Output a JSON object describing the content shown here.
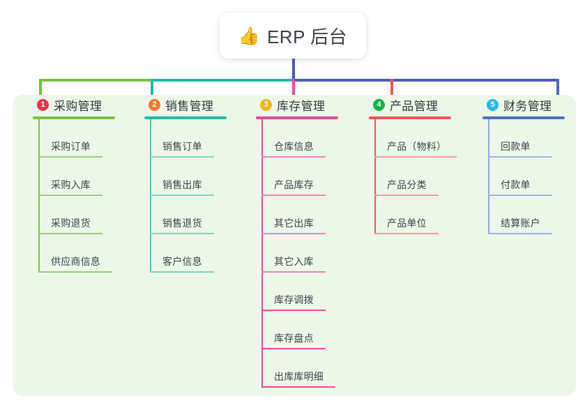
{
  "root": {
    "icon": "thumbs-up-icon",
    "emoji": "👍",
    "title": "ERP 后台"
  },
  "colors": {
    "panel_background": "#edf7e9",
    "page_background": "#ffffff",
    "trunk_line": "#4a5bbf",
    "bus_segment_1": "#7ac142",
    "bus_segment_2": "#19c0a6",
    "bus_segment_3": "#4a5bbf",
    "text_primary": "#32363c",
    "text_item": "#3c4148"
  },
  "columns": [
    {
      "number": "1",
      "title": "采购管理",
      "badge_color": "#e8344e",
      "line_color": "#7ac142",
      "connector_color": "#7ac142",
      "items": [
        {
          "label": "采购订单"
        },
        {
          "label": "采购入库"
        },
        {
          "label": "采购退货"
        },
        {
          "label": "供应商信息"
        }
      ]
    },
    {
      "number": "2",
      "title": "销售管理",
      "badge_color": "#f2792b",
      "line_color": "#19c0a6",
      "connector_color": "#19c0a6",
      "items": [
        {
          "label": "销售订单"
        },
        {
          "label": "销售出库"
        },
        {
          "label": "销售退货"
        },
        {
          "label": "客户信息"
        }
      ]
    },
    {
      "number": "3",
      "title": "库存管理",
      "badge_color": "#f5b417",
      "line_color": "#ea47a0",
      "connector_color": "#ea47a0",
      "items": [
        {
          "label": "仓库信息"
        },
        {
          "label": "产品库存"
        },
        {
          "label": "其它出库"
        },
        {
          "label": "其它入库"
        },
        {
          "label": "库存调拨"
        },
        {
          "label": "库存盘点"
        },
        {
          "label": "出库库明细"
        }
      ]
    },
    {
      "number": "4",
      "title": "产品管理",
      "badge_color": "#16b34a",
      "line_color": "#f4525a",
      "connector_color": "#f4525a",
      "items": [
        {
          "label": "产品（物料）"
        },
        {
          "label": "产品分类"
        },
        {
          "label": "产品单位"
        }
      ]
    },
    {
      "number": "5",
      "title": "财务管理",
      "badge_color": "#29b6e8",
      "line_color": "#4a6fc0",
      "connector_color": "#4a6fc0",
      "items": [
        {
          "label": "回款单"
        },
        {
          "label": "付款单"
        },
        {
          "label": "结算账户"
        }
      ]
    }
  ]
}
